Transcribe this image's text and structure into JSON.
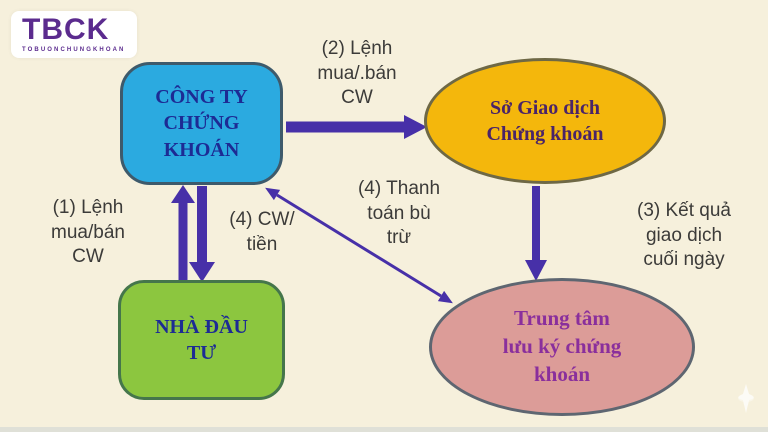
{
  "logo": {
    "text": "TBCK",
    "subtext": "TOBUONCHUNGKHOAN"
  },
  "nodes": {
    "securities_company": {
      "label": "CÔNG TY\nCHỨNG\nKHOÁN"
    },
    "stock_exchange": {
      "label": "Sở Giao dịch\nChứng khoán"
    },
    "investor": {
      "label": "NHÀ ĐẦU\nTƯ"
    },
    "depository_center": {
      "label": "Trung tâm\nlưu ký chứng\nkhoán"
    }
  },
  "edges": {
    "order_investor_to_company": {
      "label": "(1) Lệnh\nmua/bán\nCW"
    },
    "order_company_to_exchange": {
      "label": "(2) Lệnh\nmua/.bán\nCW"
    },
    "results_end_of_day": {
      "label": "(3) Kết quả\ngiao dịch\ncuối ngày"
    },
    "cw_money_to_investor": {
      "label": "(4) CW/\ntiền"
    },
    "clearing_settlement": {
      "label": "(4) Thanh\ntoán bù\ntrừ"
    }
  },
  "colors": {
    "background": "#F6F0DC",
    "arrow": "#4730A8",
    "logo_color": "#5B2B8E",
    "label_text": "#3C3B39",
    "node_company_bg": "#2BAAE0",
    "node_company_border": "#3E5A6B",
    "node_company_text": "#1D2B94",
    "node_exchange_bg": "#F4B70C",
    "node_exchange_border": "#6E6845",
    "node_exchange_text": "#4A2468",
    "node_investor_bg": "#8CC63F",
    "node_investor_border": "#45764B",
    "node_investor_text": "#1D2B94",
    "node_depository_bg": "#DC9C98",
    "node_depository_border": "#5E6671",
    "node_depository_text": "#8A2F9C"
  }
}
